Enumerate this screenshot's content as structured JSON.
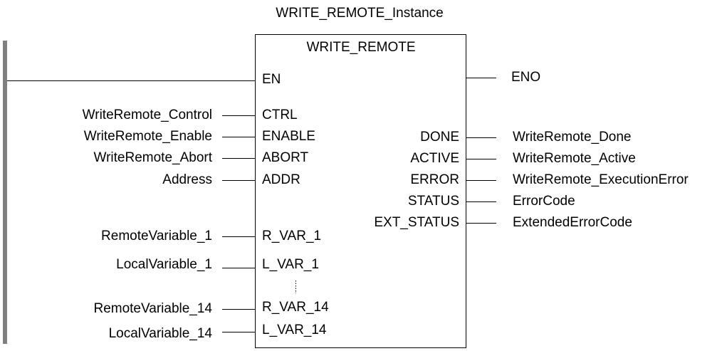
{
  "instance_name": "WRITE_REMOTE_Instance",
  "block_type": "WRITE_REMOTE",
  "en_pin": "EN",
  "eno_pin": "ENO",
  "inputs": [
    {
      "variable": "WriteRemote_Control",
      "pin": "CTRL"
    },
    {
      "variable": "WriteRemote_Enable",
      "pin": "ENABLE"
    },
    {
      "variable": "WriteRemote_Abort",
      "pin": "ABORT"
    },
    {
      "variable": "Address",
      "pin": "ADDR"
    },
    {
      "variable": "RemoteVariable_1",
      "pin": "R_VAR_1"
    },
    {
      "variable": "LocalVariable_1",
      "pin": "L_VAR_1"
    },
    {
      "variable": "RemoteVariable_14",
      "pin": "R_VAR_14"
    },
    {
      "variable": "LocalVariable_14",
      "pin": "L_VAR_14"
    }
  ],
  "outputs": [
    {
      "pin": "DONE",
      "variable": "WriteRemote_Done"
    },
    {
      "pin": "ACTIVE",
      "variable": "WriteRemote_Active"
    },
    {
      "pin": "ERROR",
      "variable": "WriteRemote_ExecutionError"
    },
    {
      "pin": "STATUS",
      "variable": "ErrorCode"
    },
    {
      "pin": "EXT_STATUS",
      "variable": "ExtendedErrorCode"
    }
  ],
  "colors": {
    "rail": "#808080",
    "line": "#000000",
    "text": "#000000"
  }
}
